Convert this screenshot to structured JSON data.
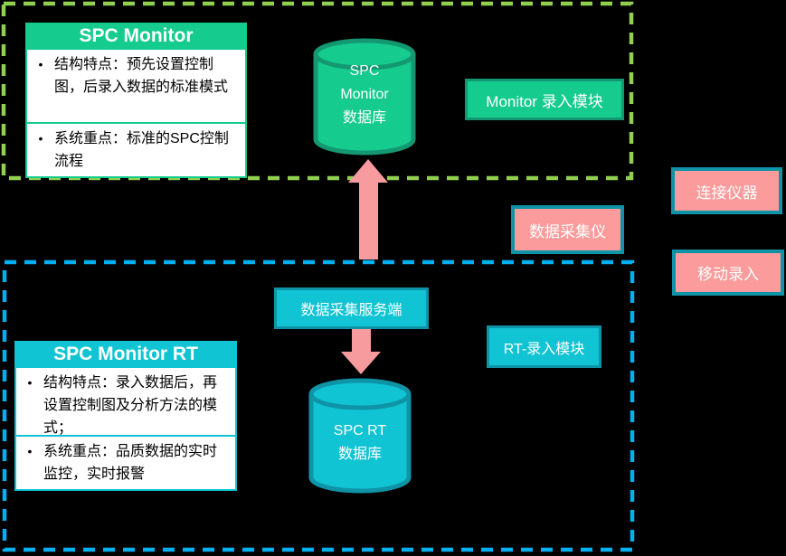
{
  "colors": {
    "background": "#000000",
    "dash_green": "#92D050",
    "dash_blue": "#00B0F0",
    "green_fill": "#15CC8E",
    "green_border": "#149872",
    "cyan_fill": "#10C4D3",
    "cyan_border": "#0F93A7",
    "pink_fill": "#FB9B9B",
    "arrow_pink": "#F89B9E"
  },
  "top_section": {
    "card": {
      "title": "SPC Monitor",
      "bullet_symbol": "•",
      "bullets": [
        "结构特点：预先设置控制图，后录入数据的标准模式",
        "系统重点：标准的SPC控制流程"
      ]
    },
    "database_label": "SPC\nMonitor\n数据库",
    "entry_module_label": "Monitor 录入模块"
  },
  "bottom_section": {
    "card": {
      "title": "SPC Monitor RT",
      "bullet_symbol": "•",
      "bullets": [
        "结构特点：录入数据后，再设置控制图及分析方法的模式；",
        "系统重点：品质数据的实时监控，实时报警"
      ]
    },
    "database_label": "SPC RT\n数据库",
    "entry_module_label": "RT-录入模块",
    "server_label": "数据采集服务端"
  },
  "connectors": {
    "collector_label": "数据采集仪",
    "device_link_label": "连接仪器",
    "mobile_entry_label": "移动录入"
  }
}
